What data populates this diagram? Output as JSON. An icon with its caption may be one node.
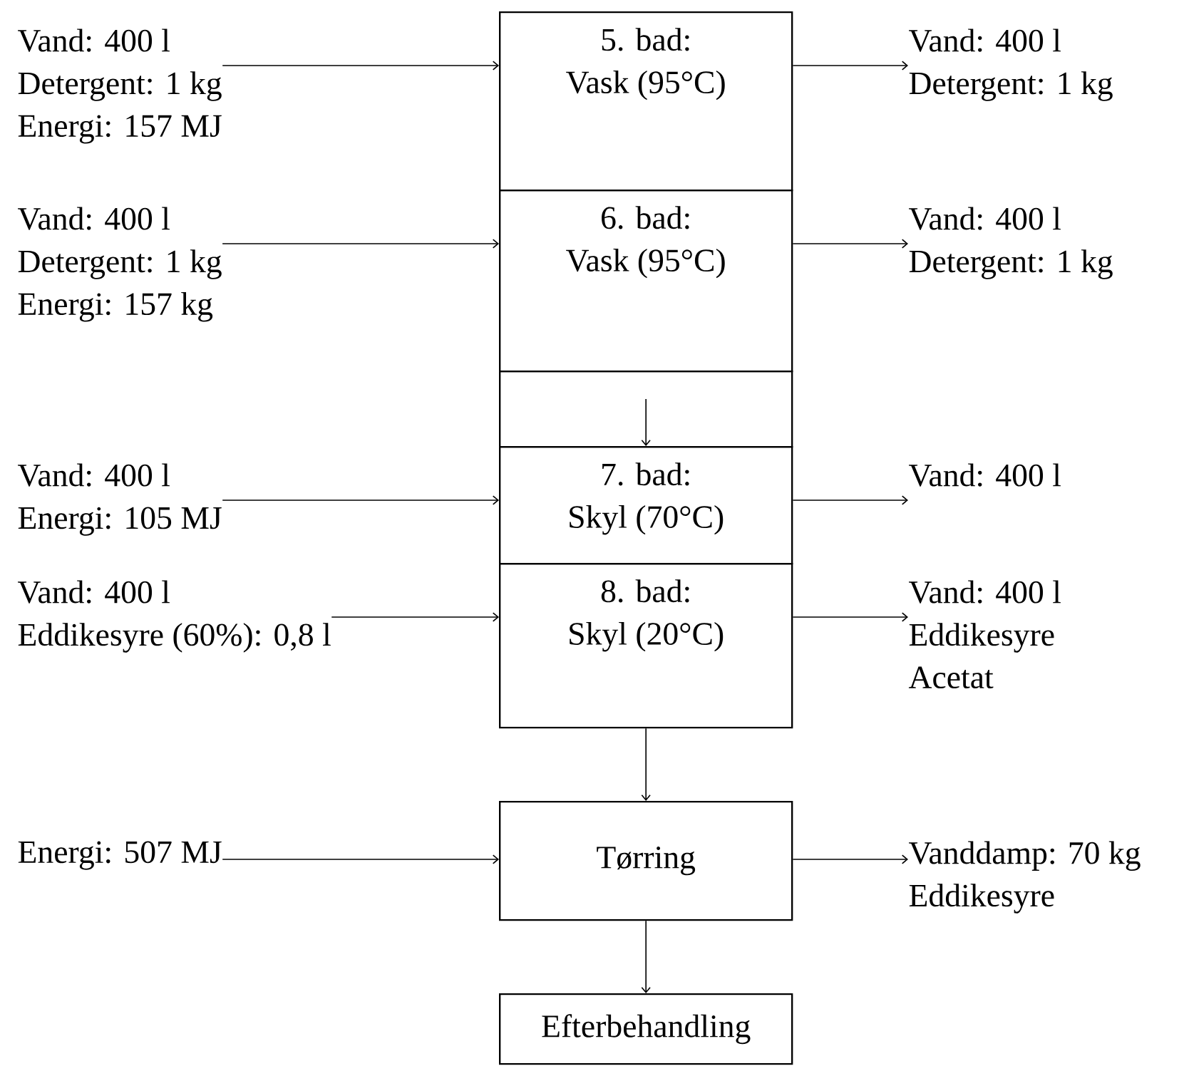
{
  "diagram": {
    "nodes": [
      {
        "text": [
          "Vand: 400 l",
          "Detergent: 1 kg",
          "Energi: 157 MJ"
        ]
      },
      {
        "text": [
          "5. bad:",
          "Vask (95°C)"
        ]
      },
      {
        "text": [
          "Vand: 400 l",
          "Detergent: 1 kg"
        ]
      },
      {
        "text": [
          "Vand: 400 l",
          "Detergent: 1 kg",
          "Energi: 157 kg"
        ]
      },
      {
        "text": [
          "6. bad:",
          "Vask (95°C)"
        ]
      },
      {
        "text": [
          "Vand: 400 l",
          "Detergent: 1 kg"
        ]
      },
      {
        "text": [],
        "shape": "box"
      },
      {
        "text": [
          "Vand: 400 l",
          "Energi: 105 MJ"
        ]
      },
      {
        "text": [
          "7. bad:",
          "Skyl (70°C)"
        ]
      },
      {
        "text": [
          "Vand: 400 l"
        ]
      },
      {
        "text": [
          "Vand: 400 l",
          "Eddikesyre (60%): 0,8 l"
        ]
      },
      {
        "text": [
          "8. bad:",
          "Skyl (20°C)"
        ]
      },
      {
        "text": [
          "Vand: 400 l",
          "Eddikesyre",
          "Acetat"
        ]
      },
      {
        "text": [
          "Energi: 507 MJ"
        ]
      },
      {
        "text": [
          "Tørring"
        ]
      },
      {
        "text": [
          "Vanddamp: 70 kg",
          "Eddikesyre"
        ]
      },
      {
        "text": [
          "Efterbehandling"
        ]
      }
    ],
    "edges": [
      {
        "from": 0,
        "to": 1,
        "arrow": "to"
      },
      {
        "from": 1,
        "to": 2,
        "arrow": "to"
      },
      {
        "from": 3,
        "to": 4,
        "arrow": "to"
      },
      {
        "from": 4,
        "to": 5,
        "arrow": "to"
      },
      {
        "from": 6,
        "to": 8,
        "arrow": "to"
      },
      {
        "from": 7,
        "to": 8,
        "arrow": "to"
      },
      {
        "from": 8,
        "to": 9,
        "arrow": "to"
      },
      {
        "from": 10,
        "to": 11,
        "arrow": "to"
      },
      {
        "from": 11,
        "to": 12,
        "arrow": "to"
      },
      {
        "from": 11,
        "to": 14,
        "arrow": "to"
      },
      {
        "from": 13,
        "to": 14,
        "arrow": "to"
      },
      {
        "from": 14,
        "to": 15,
        "arrow": "to"
      },
      {
        "from": 14,
        "to": 16,
        "arrow": "to"
      }
    ]
  }
}
